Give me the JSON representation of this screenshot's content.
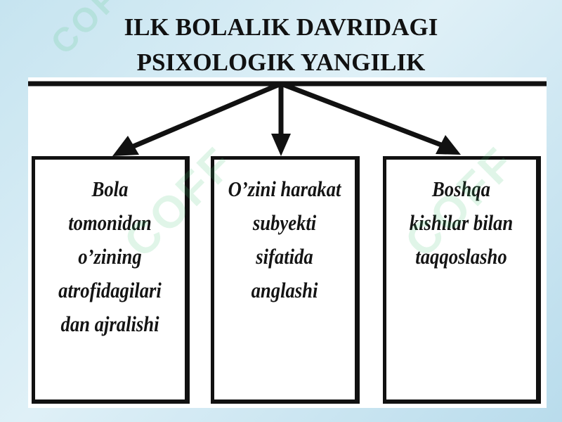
{
  "slide": {
    "title_line_1": "ILK BOLALIK DAVRIDAGI",
    "title_line_2": "PSIXOLOGIK YANGILIK"
  },
  "diagram": {
    "boxes": [
      {
        "lines": [
          "Bola",
          "tomonidan",
          "o’zining",
          "atrofidagilari",
          "dan ajralishi"
        ]
      },
      {
        "lines": [
          "O’zini harakat",
          "subyekti",
          "sifatida",
          "anglashi"
        ]
      },
      {
        "lines": [
          "Boshqa",
          "kishilar bilan",
          "taqqoslasho"
        ]
      }
    ]
  },
  "watermark": {
    "text": "COFF"
  },
  "colors": {
    "background": "#c6e4f0",
    "ink": "#111111",
    "watermark": "#3cbe6e"
  }
}
